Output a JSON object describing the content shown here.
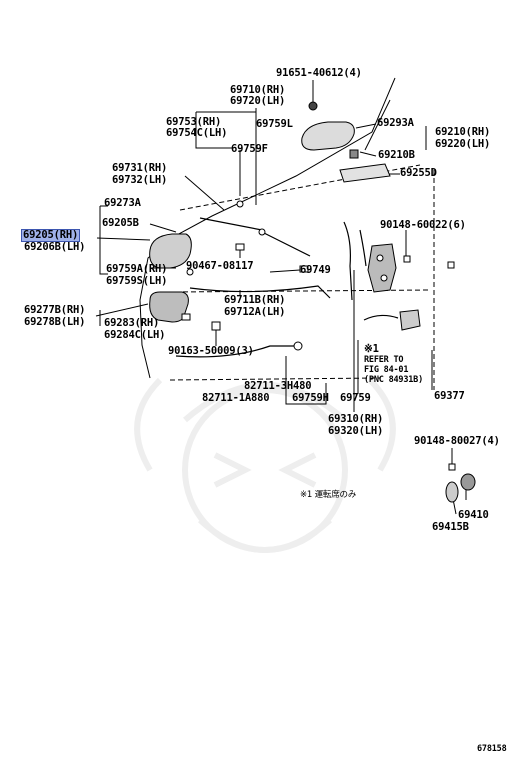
{
  "diagram": {
    "highlight_color": "#9fb1e8",
    "labels": {
      "p91651": "91651-40612(4)",
      "p69710": "69710(RH)",
      "p69720": "69720(LH)",
      "p69753": "69753(RH)",
      "p69754C": "69754C(LH)",
      "p69759L": "69759L",
      "p69293A": "69293A",
      "p69210": "69210(RH)",
      "p69220": "69220(LH)",
      "p69759F": "69759F",
      "p69210B": "69210B",
      "p69731": "69731(RH)",
      "p69732": "69732(LH)",
      "p69255D": "69255D",
      "p69273A": "69273A",
      "p69205B": "69205B",
      "p90148a": "90148-60022(6)",
      "p69205": "69205(RH)",
      "p69206B": "69206B(LH)",
      "p69759A": "69759A(RH)",
      "p69759S": "69759S(LH)",
      "p90467": "90467-08117",
      "p69749": "69749",
      "p69711B": "69711B(RH)",
      "p69712A": "69712A(LH)",
      "p69277B": "69277B(RH)",
      "p69278B": "69278B(LH)",
      "p69283": "69283(RH)",
      "p69284C": "69284C(LH)",
      "p90163": "90163-50009(3)",
      "p82711a": "82711-3H480",
      "p82711b": "82711-1A880",
      "p69759H": "69759H",
      "p69759": "69759",
      "p69377": "69377",
      "p69310": "69310(RH)",
      "p69320": "69320(LH)",
      "p90148b": "90148-80027(4)",
      "p69410": "69410",
      "p69415B": "69415B",
      "note_mark": "※1",
      "refer1": "REFER TO",
      "refer2": "FIG 84-01",
      "refer3": "(PNC 84931B)",
      "note_jp": "※1 運転席のみ",
      "illus_no": "678158"
    }
  }
}
